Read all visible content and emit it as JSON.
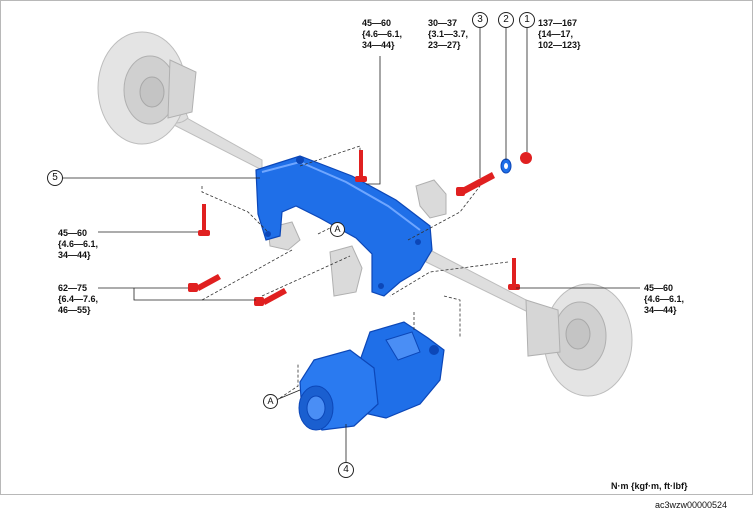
{
  "torque_specs": {
    "top_bolt": [
      "45—60",
      "{4.6—6.1,",
      "34—44}"
    ],
    "bolt_3": [
      "30—37",
      "{3.1—3.7,",
      "23—27}"
    ],
    "nut_1": [
      "137—167",
      "{14—17,",
      "102—123}"
    ],
    "left_bolt": [
      "45—60",
      "{4.6—6.1,",
      "34—44}"
    ],
    "lower_left_bolts": [
      "62—75",
      "{6.4—7.6,",
      "46—55}"
    ],
    "right_bolt": [
      "45—60",
      "{4.6—6.1,",
      "34—44}"
    ]
  },
  "callouts": {
    "c1": "1",
    "c2": "2",
    "c3": "3",
    "c4": "4",
    "c5": "5"
  },
  "reference_letters": {
    "upper": "A",
    "lower": "A"
  },
  "units_legend": "N·m {kgf·m, ft·lbf}",
  "figure_id": "ac3wzw00000524",
  "colors": {
    "part_blue": "#1f6fe8",
    "part_blue_dark": "#0c47b8",
    "bolt_red": "#e02020",
    "ghost_gray": "#d9d9d9",
    "ghost_stroke": "#b0b0b0"
  }
}
